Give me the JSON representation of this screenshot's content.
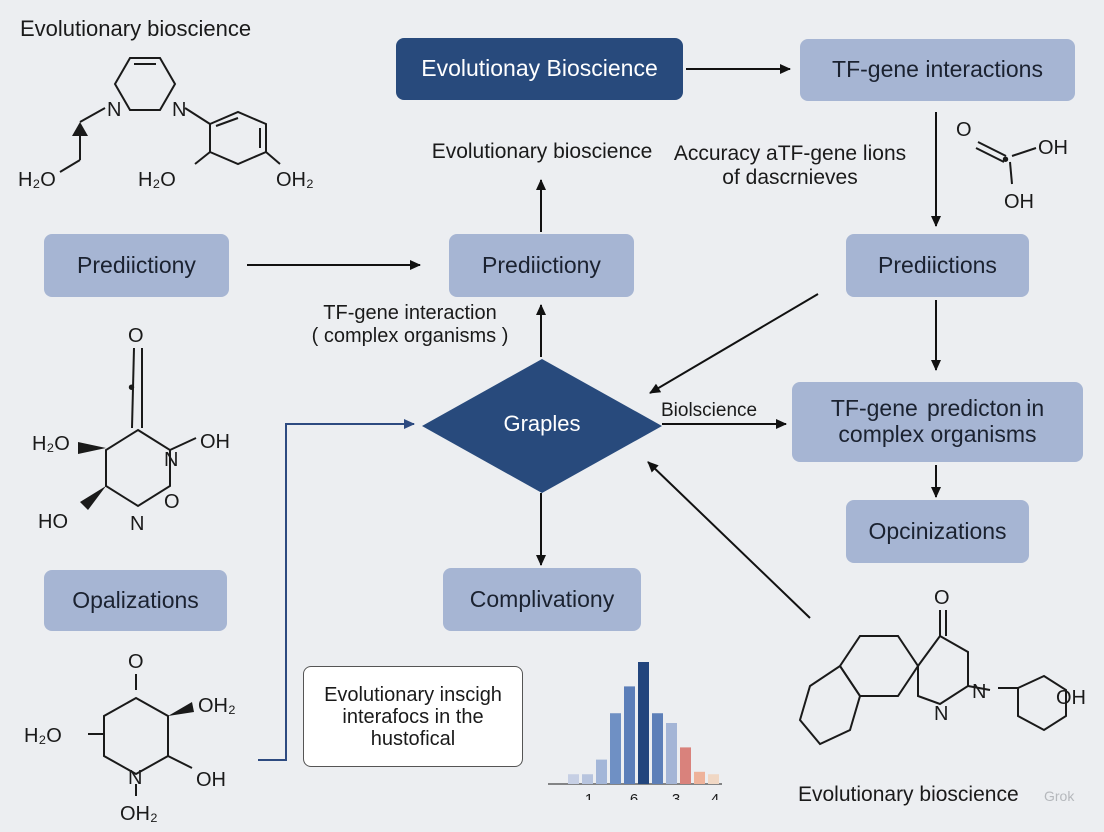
{
  "header_text": "Evolutionary bioscience",
  "nodes": {
    "top_center": "Evolutionay Bioscience",
    "top_right": "TF-gene interactions",
    "left_mid": "Prediictiony",
    "center_mid": "Prediictiony",
    "right_mid": "Prediictions",
    "hub": "Graples",
    "right_big_line1": "TF-gene  predicton in",
    "right_big_line2": "complex organisms",
    "right_low": "Opcinizations",
    "left_low": "Opalizations",
    "bottom_center": "Complivationy"
  },
  "labels": {
    "above_center": "Evolutionary bioscience",
    "accuracy_line1": "Accuracy aTF-gene lions",
    "accuracy_line2": "of dascrnieves",
    "tf_line1": "TF-gene interaction",
    "tf_line2": "( complex organisms )",
    "bioscience": "Biolscience",
    "bottom_right": "Evolutionary bioscience"
  },
  "note": {
    "line1": "Evolutionary inscigh",
    "line2": "interafocs in the",
    "line3": "hustofical"
  },
  "molecule_labels": {
    "m1_h2o_left": "H₂O",
    "m1_h2o_mid": "H₂O",
    "m1_oh2": "OH₂",
    "m1_n1": "N",
    "m1_n2": "N",
    "m2_o": "O",
    "m2_oh": "OH",
    "m2_dot": "•",
    "m3_o": "O",
    "m3_n": "N",
    "m3_oh": "OH",
    "m3_h2o": "H₂O",
    "m3_ho": "HO",
    "m3_n2": "N",
    "m3_o2": "O",
    "m4_o": "O",
    "m4_oh2_top": "OH₂",
    "m4_h2o": "H₂O",
    "m4_oh": "OH",
    "m4_n": "N",
    "m4_oh2_bottom": "OH₂",
    "m5_o": "O",
    "m5_n1": "N",
    "m5_n2": "N",
    "m5_oh": "OH"
  },
  "watermark": "Grok",
  "chart_data": {
    "type": "bar",
    "title": "",
    "xlabel": "",
    "ylabel": "",
    "tick_labels": [
      "1",
      "6",
      "3",
      "4"
    ],
    "values": [
      0.08,
      0.08,
      0.2,
      0.58,
      0.8,
      1.0,
      0.58,
      0.5,
      0.3,
      0.1,
      0.08
    ],
    "colors": [
      "#c6cfe4",
      "#b7c4de",
      "#a3b6d8",
      "#6f90c4",
      "#5b7eb9",
      "#22457d",
      "#5d7fb8",
      "#a4b5d6",
      "#d9827c",
      "#eeb29a",
      "#f0d7c4"
    ],
    "ylim": [
      0,
      1
    ]
  }
}
